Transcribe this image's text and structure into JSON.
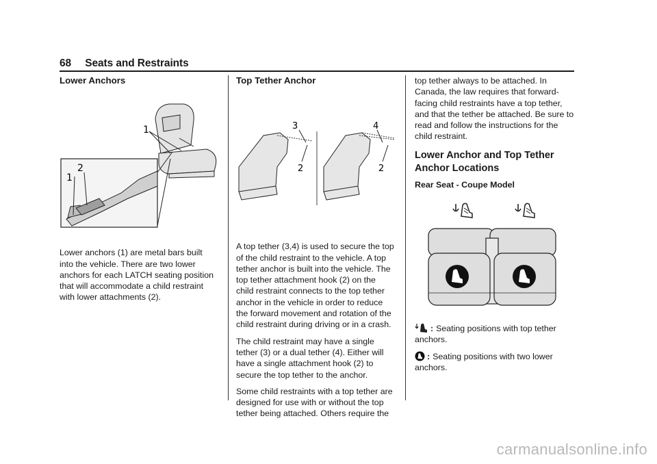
{
  "header": {
    "page_number": "68",
    "section": "Seats and Restraints"
  },
  "lower_anchors": {
    "heading": "Lower Anchors",
    "figure_callouts": {
      "label_1a": "1",
      "label_1b": "1",
      "label_2": "2"
    },
    "body": "Lower anchors (1) are metal bars built into the vehicle. There are two lower anchors for each LATCH seating position that will accommodate a child restraint with lower attachments (2)."
  },
  "top_tether": {
    "heading": "Top Tether Anchor",
    "figure_callouts": {
      "label_3": "3",
      "label_4": "4",
      "label_2a": "2",
      "label_2b": "2"
    },
    "paragraphs": [
      "A top tether (3,4) is used to secure the top of the child restraint to the vehicle. A top tether anchor is built into the vehicle. The top tether attachment hook (2) on the child restraint connects to the top tether anchor in the vehicle in order to reduce the forward movement and rotation of the child restraint during driving or in a crash.",
      "The child restraint may have a single tether (3) or a dual tether (4). Either will have a single attachment hook (2) to secure the top tether to the anchor.",
      "Some child restraints with a top tether are designed for use with or without the top tether being attached. Others require the"
    ]
  },
  "col3": {
    "continuation": "top tether always to be attached. In Canada, the law requires that forward-facing child restraints have a top tether, and that the tether be attached. Be sure to read and follow the instructions for the child restraint.",
    "heading": "Lower Anchor and Top Tether Anchor Locations",
    "subheading": "Rear Seat - Coupe Model",
    "legend_tether": "Seating positions with top tether anchors.",
    "legend_lower": "Seating positions with two lower anchors.",
    "colon": ":"
  },
  "watermark": "carmanualsonline.info",
  "icons": {
    "tether_icon": "top-tether-anchor-symbol",
    "lower_icon": "lower-anchor-symbol"
  },
  "colors": {
    "text": "#1a1a1a",
    "seat_fill": "#dedede",
    "watermark": "#b8b8b8"
  }
}
